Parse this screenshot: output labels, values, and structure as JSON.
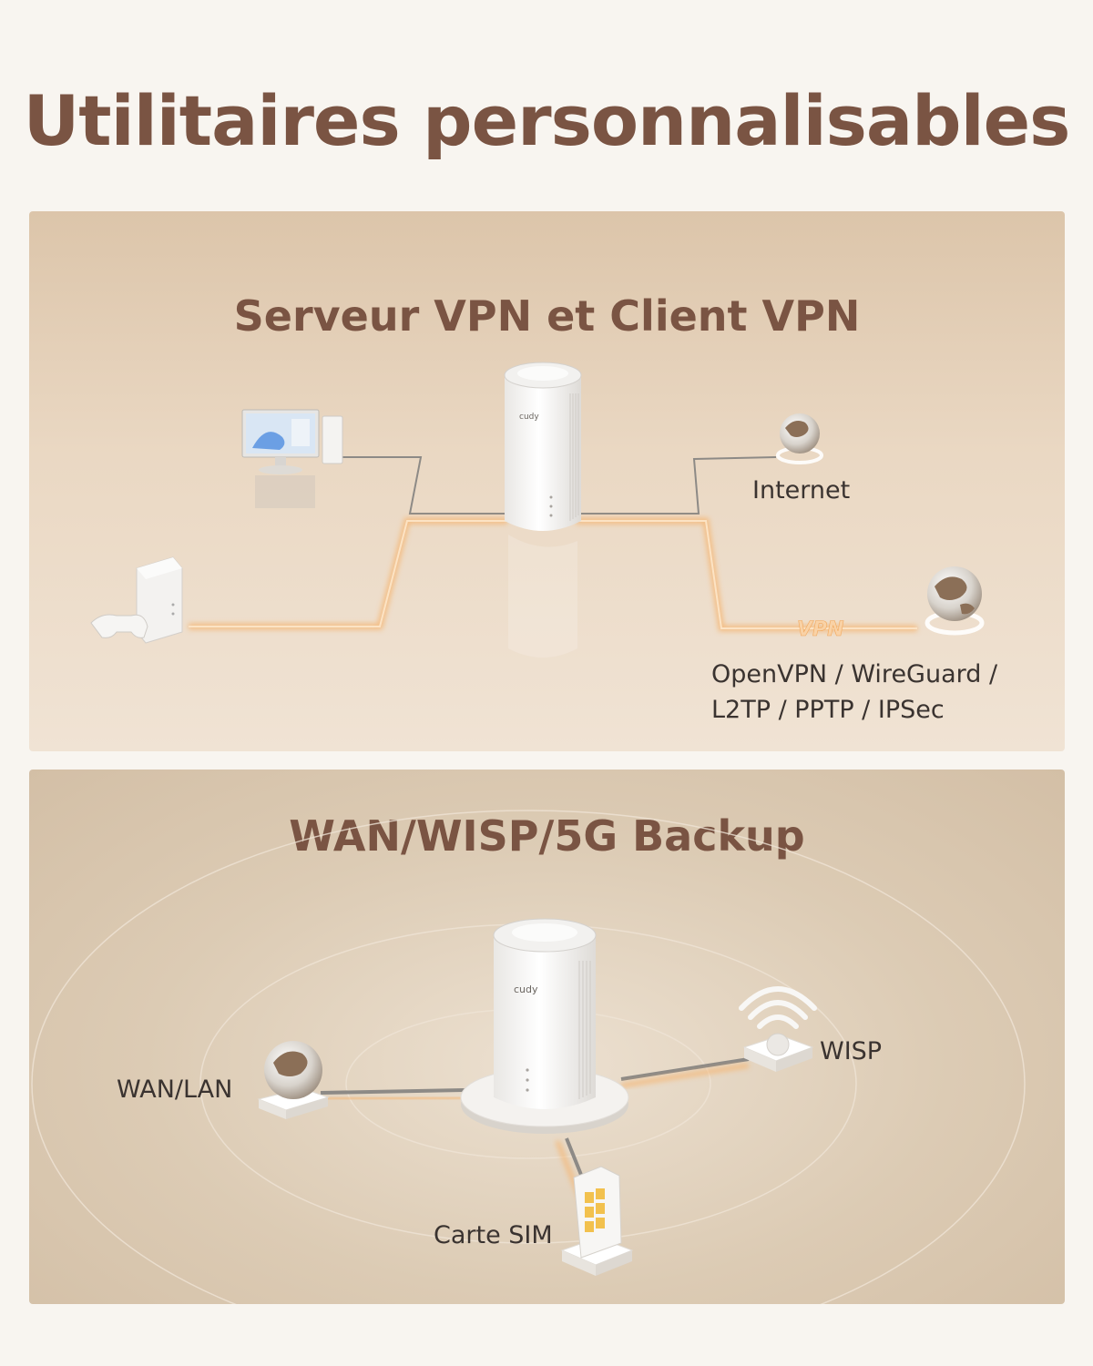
{
  "title": "Utilitaires personnalisables",
  "vpn_panel": {
    "title": "Serveur VPN et Client VPN",
    "internet_label": "Internet",
    "vpn_tag": "VPN",
    "protocols_line1": "OpenVPN / WireGuard /",
    "protocols_line2": "L2TP / PPTP / IPSec",
    "router_brand": "cudy"
  },
  "backup_panel": {
    "title": "WAN/WISP/5G Backup",
    "wan_label": "WAN/LAN",
    "wisp_label": "WISP",
    "sim_label": "Carte SIM",
    "router_brand": "cudy"
  },
  "colors": {
    "title": "#7a5443",
    "glow_line": "#f3b16c",
    "grey_line": "#8d8a86"
  }
}
